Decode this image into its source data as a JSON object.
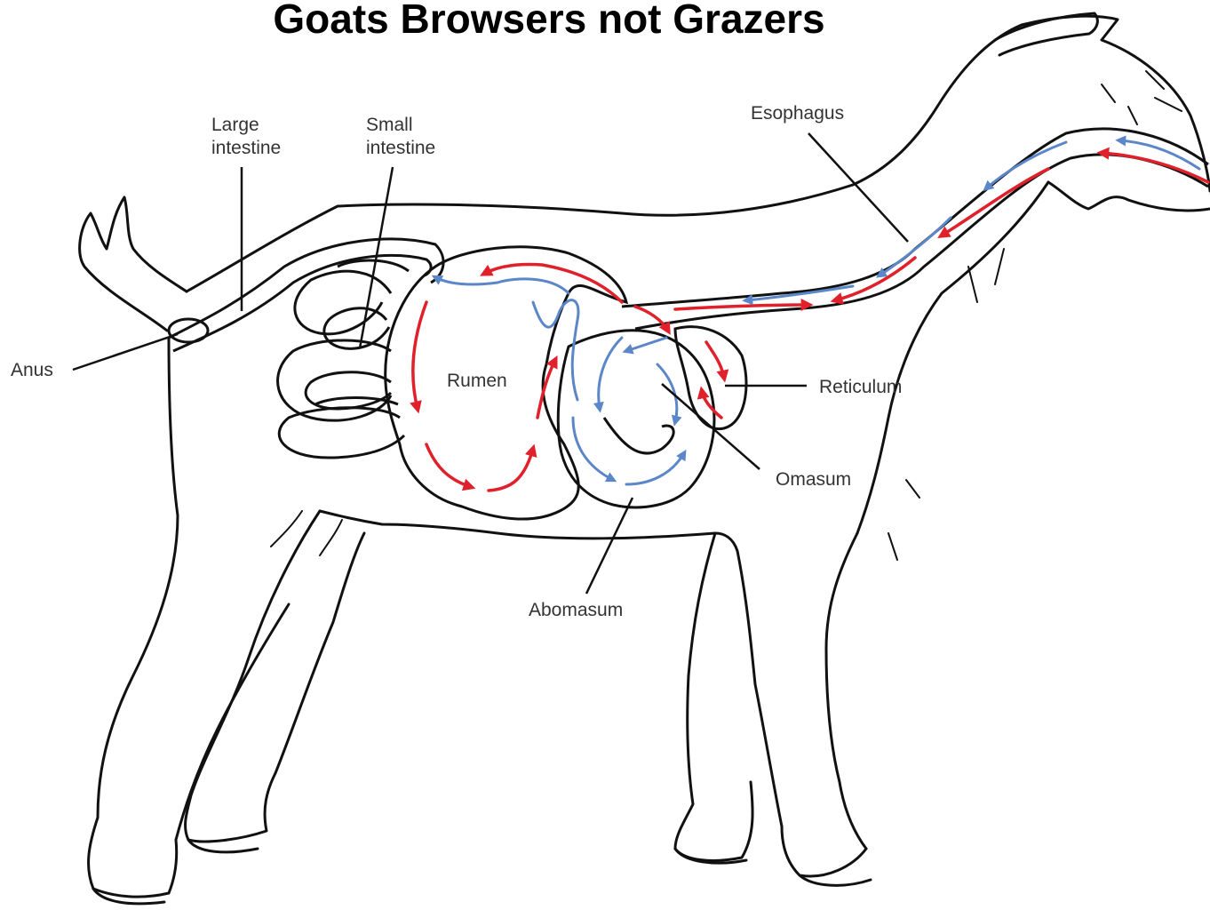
{
  "title": "Goats Browsers not Grazers",
  "labels": {
    "large_intestine": "Large\nintestine",
    "small_intestine": "Small\nintestine",
    "esophagus": "Esophagus",
    "anus": "Anus",
    "rumen": "Rumen",
    "reticulum": "Reticulum",
    "omasum": "Omasum",
    "abomasum": "Abomasum"
  },
  "colors": {
    "outline": "#111111",
    "forward_flow": "#e0202a",
    "return_flow": "#5b86c8",
    "label_text": "#333333"
  }
}
